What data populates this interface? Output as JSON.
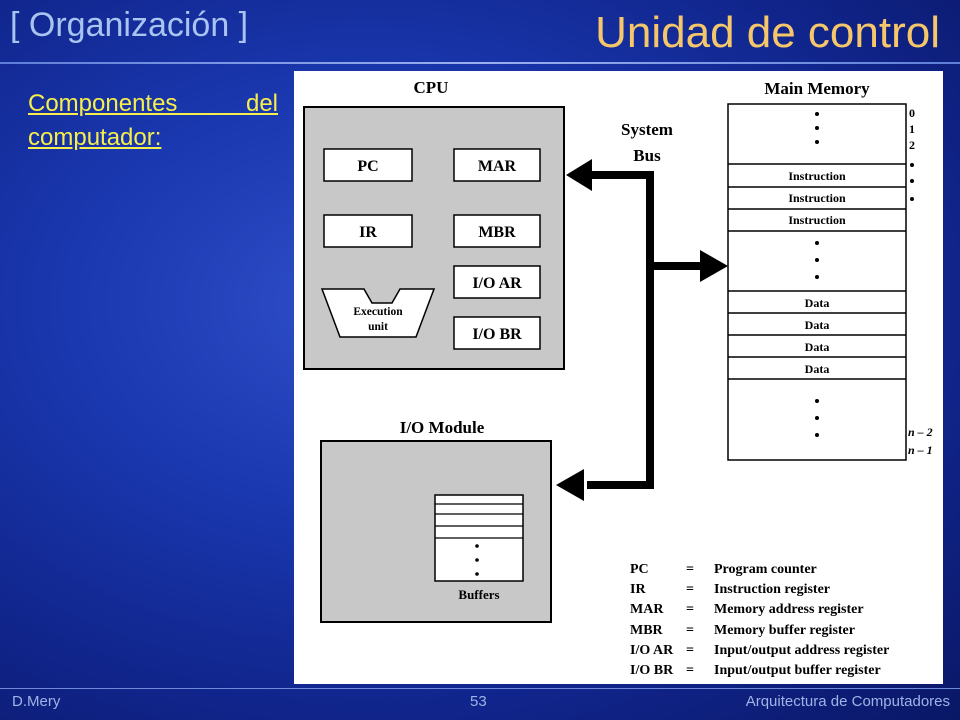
{
  "slide": {
    "section": "[ Organización ]",
    "title": "Unidad de control",
    "bullet": "Componentes del computador:"
  },
  "diagram": {
    "cpu_label": "CPU",
    "registers": [
      "PC",
      "MAR",
      "IR",
      "MBR",
      "I/O AR",
      "I/O BR"
    ],
    "execution_unit": [
      "Execution",
      "unit"
    ],
    "system_bus": [
      "System",
      "Bus"
    ],
    "main_memory_label": "Main Memory",
    "address_top": [
      "0",
      "1",
      "2"
    ],
    "address_bottom": [
      "n – 2",
      "n – 1"
    ],
    "memory_cells": [
      "Instruction",
      "Instruction",
      "Instruction",
      "Data",
      "Data",
      "Data",
      "Data"
    ],
    "io_module_label": "I/O Module",
    "buffers_label": "Buffers",
    "legend": [
      {
        "abbr": "PC",
        "eq": "=",
        "desc": "Program counter"
      },
      {
        "abbr": "IR",
        "eq": "=",
        "desc": "Instruction register"
      },
      {
        "abbr": "MAR",
        "eq": "=",
        "desc": "Memory address register"
      },
      {
        "abbr": "MBR",
        "eq": "=",
        "desc": "Memory buffer register"
      },
      {
        "abbr": "I/O AR",
        "eq": "=",
        "desc": "Input/output address register"
      },
      {
        "abbr": "I/O BR",
        "eq": "=",
        "desc": "Input/output buffer register"
      }
    ]
  },
  "footer": {
    "author": "D.Mery",
    "page": "53",
    "course": "Arquitectura de Computadores"
  },
  "colors": {
    "title": "#f5c76a",
    "section": "#a9c4f0",
    "bullet": "#f6ee4a",
    "box_gray": "#c8c8c8"
  }
}
